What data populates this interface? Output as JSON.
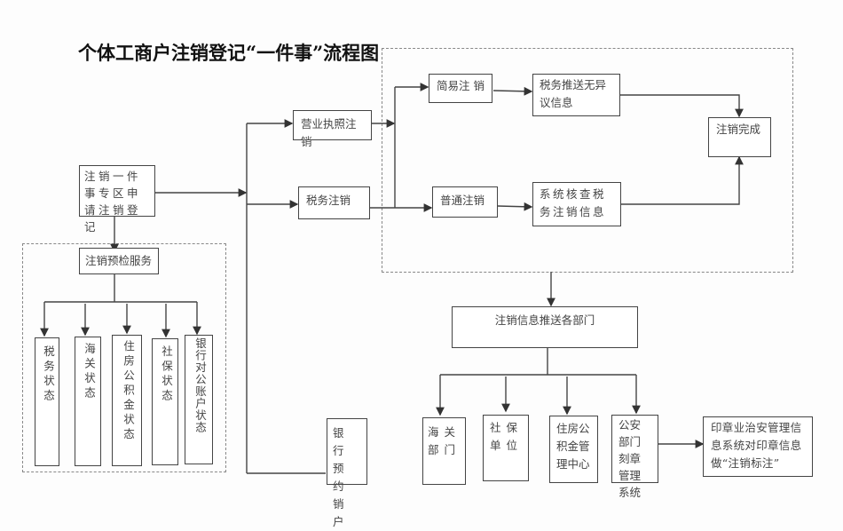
{
  "title": "个体工商户注销登记“一件事”流程图",
  "nodes": {
    "apply": "注销一件事专区申请注销登记",
    "precheck": "注销预检服务",
    "status_items": [
      "税务状态",
      "海关状态",
      "住房公积金状态",
      "社保状态",
      "银行对公账户状态"
    ],
    "license_cancel": "营业执照注销",
    "tax_cancel": "税务注销",
    "bank_cancel": "银行预约销户",
    "simple_cancel": "简易注 销",
    "tax_push_no_objection": "税务推送无异议信息",
    "normal_cancel": "普通注销",
    "system_check_tax": "系统核查税务注销信息",
    "cancel_done": "注销完成",
    "push_departments": "注销信息推送各部门",
    "departments": [
      "海 关 部 门",
      "社 保 单 位",
      "住房公积金管理中心",
      "公安部门刻章管理系统"
    ],
    "seal_management": "印章业治安管理信息系统对印章信息做“注销标注”"
  },
  "colors": {
    "line": "#444444",
    "dotted": "#888888",
    "background": "#fdfdfd"
  }
}
